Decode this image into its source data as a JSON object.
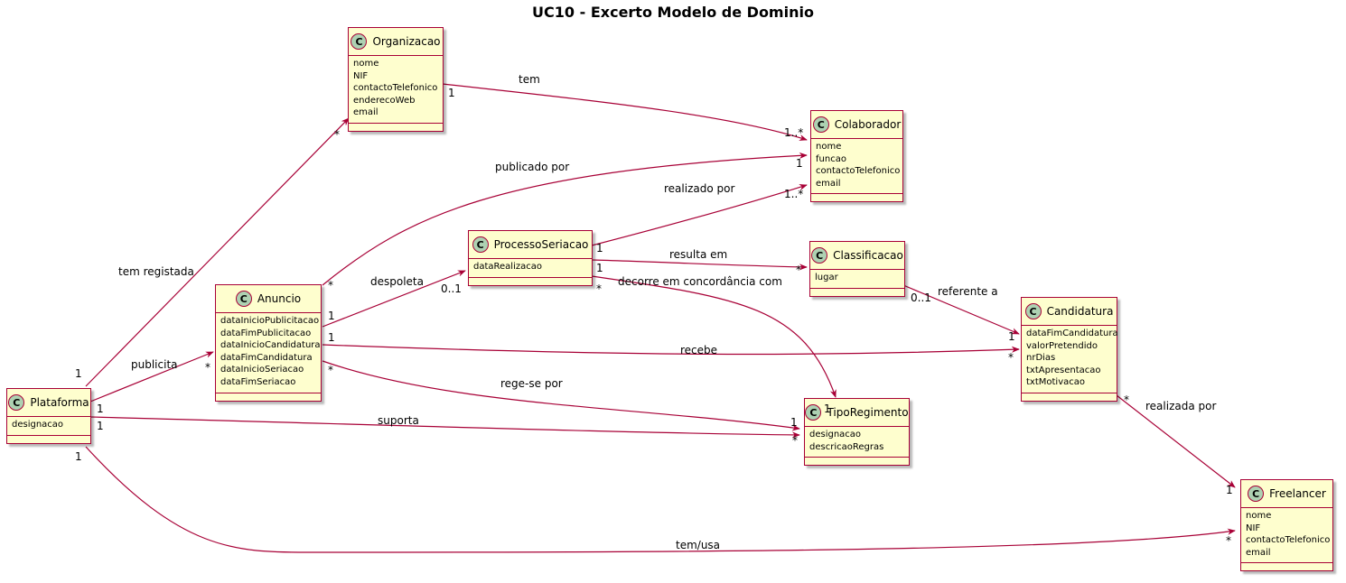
{
  "title": "UC10 - Excerto Modelo de Dominio",
  "colors": {
    "class_fill": "#FEFECE",
    "border": "#A80036",
    "circle": "#ADD1B2"
  },
  "class_icon_letter": "C",
  "classes": {
    "organizacao": {
      "name": "Organizacao",
      "attributes": [
        "nome",
        "NIF",
        "contactoTelefonico",
        "enderecoWeb",
        "email"
      ]
    },
    "colaborador": {
      "name": "Colaborador",
      "attributes": [
        "nome",
        "funcao",
        "contactoTelefonico",
        "email"
      ]
    },
    "processoseriacao": {
      "name": "ProcessoSeriacao",
      "attributes": [
        "dataRealizacao"
      ]
    },
    "classificacao": {
      "name": "Classificacao",
      "attributes": [
        "lugar"
      ]
    },
    "anuncio": {
      "name": "Anuncio",
      "attributes": [
        "dataInicioPublicitacao",
        "dataFimPublicitacao",
        "dataInicioCandidatura",
        "dataFimCandidatura",
        "dataInicioSeriacao",
        "dataFimSeriacao"
      ]
    },
    "candidatura": {
      "name": "Candidatura",
      "attributes": [
        "dataFimCandidatura",
        "valorPretendido",
        "nrDias",
        "txtApresentacao",
        "txtMotivacao"
      ]
    },
    "plataforma": {
      "name": "Plataforma",
      "attributes": [
        "designacao"
      ]
    },
    "tiporegimento": {
      "name": "TipoRegimento",
      "attributes": [
        "designacao",
        "descricaoRegras"
      ]
    },
    "freelancer": {
      "name": "Freelancer",
      "attributes": [
        "nome",
        "NIF",
        "contactoTelefonico",
        "email"
      ]
    }
  },
  "associations": [
    {
      "id": "org-colab",
      "from": "Organizacao",
      "to": "Colaborador",
      "label": "tem",
      "from_mult": "1",
      "to_mult": "1..*"
    },
    {
      "id": "anuncio-colab",
      "from": "Anuncio",
      "to": "Colaborador",
      "label": "publicado por",
      "from_mult": "*",
      "to_mult": "1"
    },
    {
      "id": "proc-colab",
      "from": "ProcessoSeriacao",
      "to": "Colaborador",
      "label": "realizado por",
      "from_mult": "1",
      "to_mult": "1..*"
    },
    {
      "id": "proc-class",
      "from": "ProcessoSeriacao",
      "to": "Classificacao",
      "label": "resulta em",
      "from_mult": "1",
      "to_mult": "*"
    },
    {
      "id": "proc-tipo",
      "from": "ProcessoSeriacao",
      "to": "TipoRegimento",
      "label": "decorre em concordância com",
      "from_mult": "*",
      "to_mult": "1"
    },
    {
      "id": "plat-org",
      "from": "Plataforma",
      "to": "Organizacao",
      "label": "tem registada",
      "from_mult": "1",
      "to_mult": "*"
    },
    {
      "id": "anuncio-proc",
      "from": "Anuncio",
      "to": "ProcessoSeriacao",
      "label": "despoleta",
      "from_mult": "1",
      "to_mult": "0..1"
    },
    {
      "id": "class-cand",
      "from": "Classificacao",
      "to": "Candidatura",
      "label": "referente a",
      "from_mult": "0..1",
      "to_mult": "1"
    },
    {
      "id": "plat-anuncio",
      "from": "Plataforma",
      "to": "Anuncio",
      "label": "publicita",
      "from_mult": "1",
      "to_mult": "*"
    },
    {
      "id": "anuncio-cand",
      "from": "Anuncio",
      "to": "Candidatura",
      "label": "recebe",
      "from_mult": "1",
      "to_mult": "*"
    },
    {
      "id": "anuncio-tipo",
      "from": "Anuncio",
      "to": "TipoRegimento",
      "label": "rege-se por",
      "from_mult": "*",
      "to_mult": "1"
    },
    {
      "id": "plat-tipo",
      "from": "Plataforma",
      "to": "TipoRegimento",
      "label": "suporta",
      "from_mult": "1",
      "to_mult": "*"
    },
    {
      "id": "cand-free",
      "from": "Candidatura",
      "to": "Freelancer",
      "label": "realizada por",
      "from_mult": "*",
      "to_mult": "1"
    },
    {
      "id": "plat-free",
      "from": "Plataforma",
      "to": "Freelancer",
      "label": "tem/usa",
      "from_mult": "1",
      "to_mult": "*"
    }
  ]
}
